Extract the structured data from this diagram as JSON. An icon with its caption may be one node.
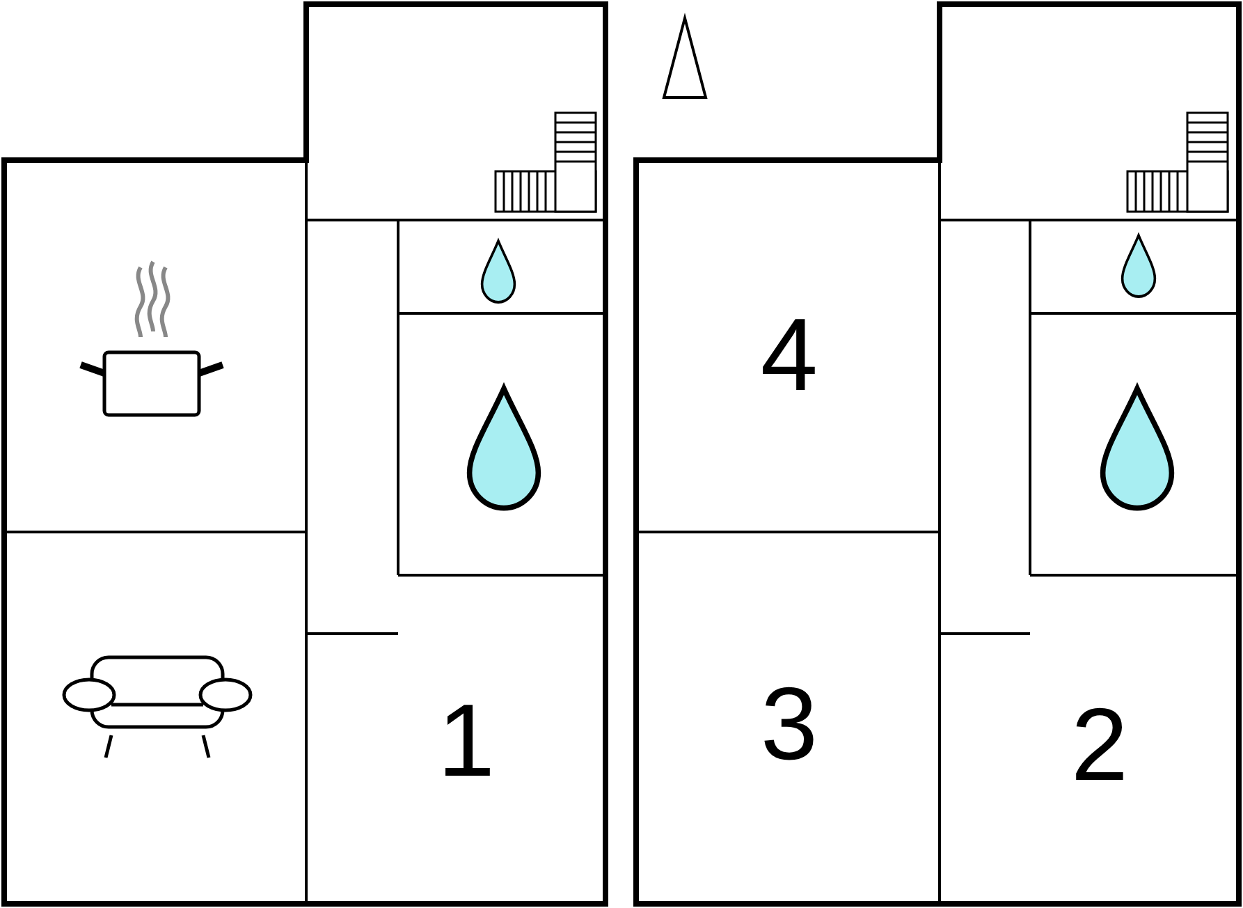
{
  "diagram": {
    "labels": [
      "4",
      "1",
      "3",
      "2"
    ]
  }
}
